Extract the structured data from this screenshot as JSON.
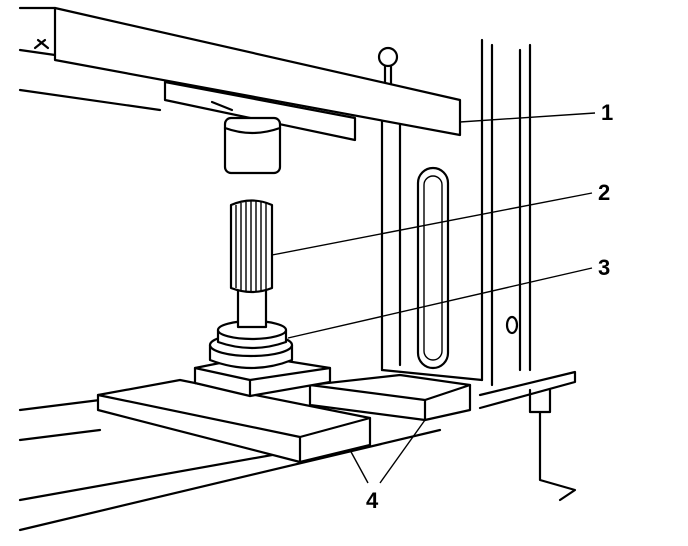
{
  "diagram": {
    "callouts": [
      {
        "number": "1"
      },
      {
        "number": "2"
      },
      {
        "number": "3"
      },
      {
        "number": "4"
      }
    ],
    "line_color": "#000000",
    "background": "#ffffff"
  }
}
